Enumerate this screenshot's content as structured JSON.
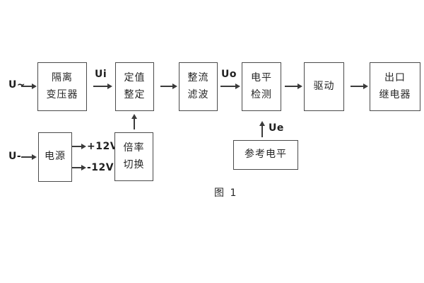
{
  "figure": {
    "caption": "图 1",
    "labels": {
      "input_ac": "U~",
      "input_dc": "U-",
      "ui": "Ui",
      "uo": "Uo",
      "ue": "Ue",
      "plus12v": "+12V",
      "minus12v": "-12V"
    },
    "boxes": {
      "isolation_transformer": {
        "line1": "隔离",
        "line2": "变压器"
      },
      "value_setting": {
        "line1": "定值",
        "line2": "整定"
      },
      "rectifier_filter": {
        "line1": "整流",
        "line2": "滤波"
      },
      "level_detection": {
        "line1": "电平",
        "line2": "检测"
      },
      "driver": {
        "line1": "驱动"
      },
      "output_relay": {
        "line1": "出口",
        "line2": "继电器"
      },
      "power_supply": {
        "line1": "电源"
      },
      "ratio_switch": {
        "line1": "倍率",
        "line2": "切换"
      },
      "reference_level": {
        "line1": "参考电平"
      }
    },
    "colors": {
      "line": "#3b3b3b",
      "border": "#4a4a4a",
      "text": "#262626",
      "background": "#ffffff"
    }
  }
}
